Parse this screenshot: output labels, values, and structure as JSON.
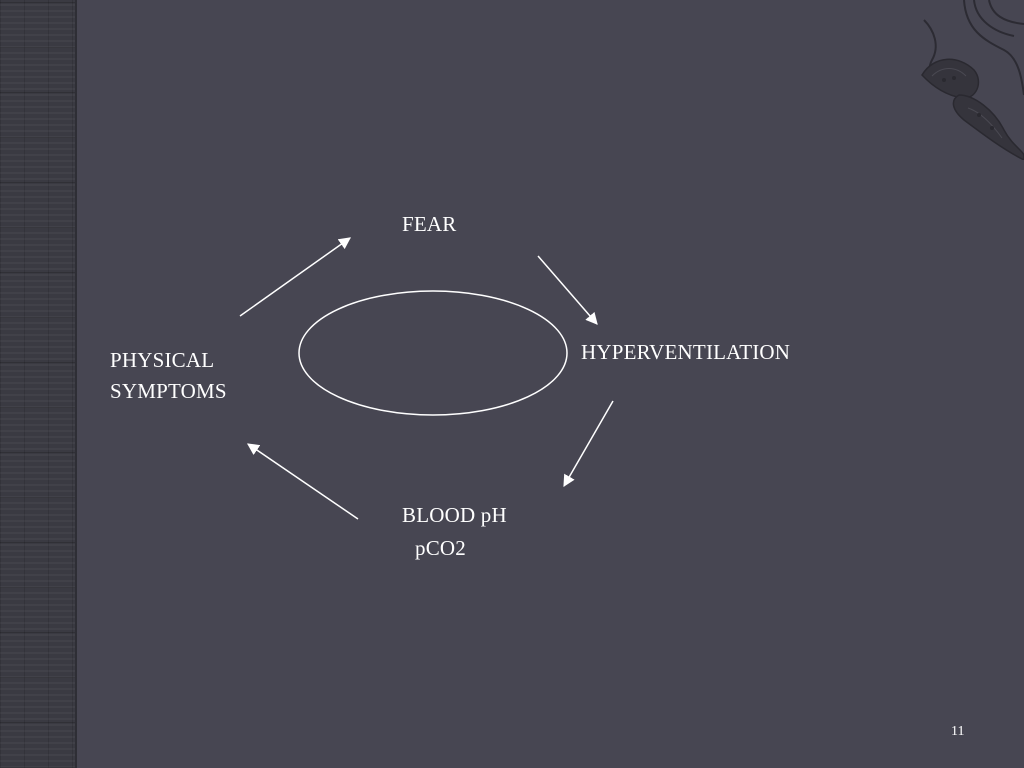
{
  "slide": {
    "page_number": "11"
  },
  "diagram": {
    "nodes": {
      "fear": "FEAR",
      "hyperventilation": "HYPERVENTILATION",
      "physical_symptoms_line1": "PHYSICAL",
      "physical_symptoms_line2": "SYMPTOMS",
      "blood_ph": "BLOOD pH",
      "pco2": "pCO2"
    },
    "edges": [
      {
        "from": "fear",
        "to": "hyperventilation"
      },
      {
        "from": "hyperventilation",
        "to": "blood_ph"
      },
      {
        "from": "blood_ph",
        "to": "physical_symptoms"
      },
      {
        "from": "physical_symptoms",
        "to": "fear"
      }
    ],
    "stroke_color": "#ffffff",
    "background_color": "#474652"
  }
}
